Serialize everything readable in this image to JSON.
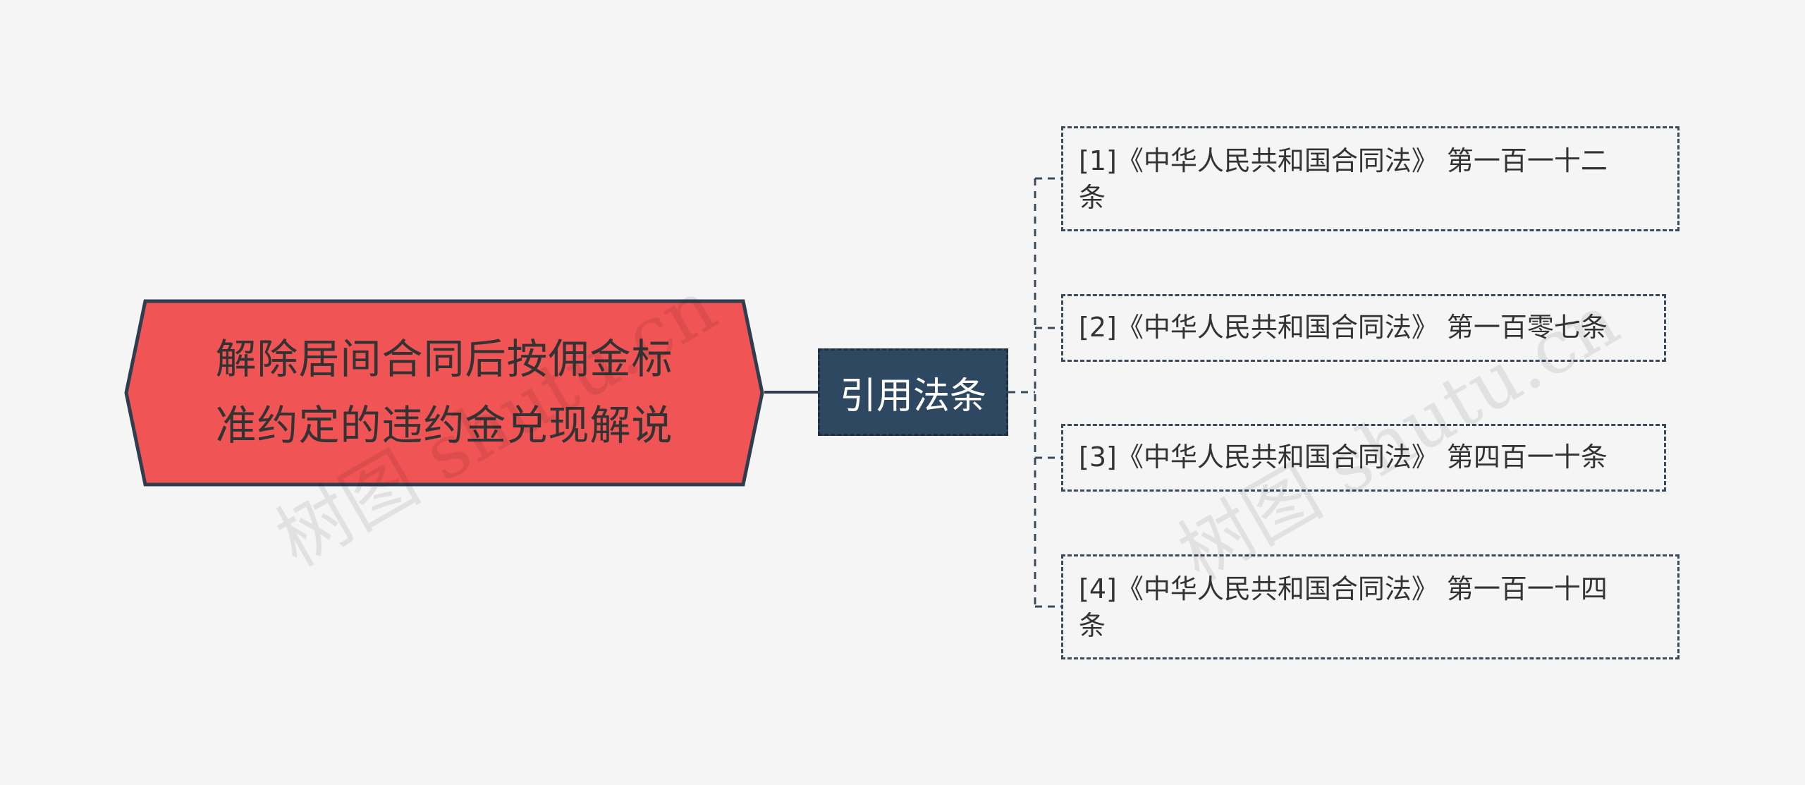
{
  "root": {
    "line1": "解除居间合同后按佣金标",
    "line2": "准约定的违约金兑现解说"
  },
  "mid": {
    "label": "引用法条"
  },
  "leaves": [
    {
      "line1": "[1]《中华人民共和国合同法》 第一百一十二",
      "line2": "条"
    },
    {
      "line1": "[2]《中华人民共和国合同法》 第一百零七条",
      "line2": ""
    },
    {
      "line1": "[3]《中华人民共和国合同法》 第四百一十条",
      "line2": ""
    },
    {
      "line1": "[4]《中华人民共和国合同法》 第一百一十四",
      "line2": "条"
    }
  ],
  "watermarks": [
    "树图 shutu.cn",
    "树图 shutu.cn"
  ],
  "colors": {
    "root_fill": "#f05454",
    "root_stroke": "#2f3e4f",
    "mid_fill": "#2f4861",
    "line": "#3a4a5a",
    "background": "#f5f5f5"
  }
}
